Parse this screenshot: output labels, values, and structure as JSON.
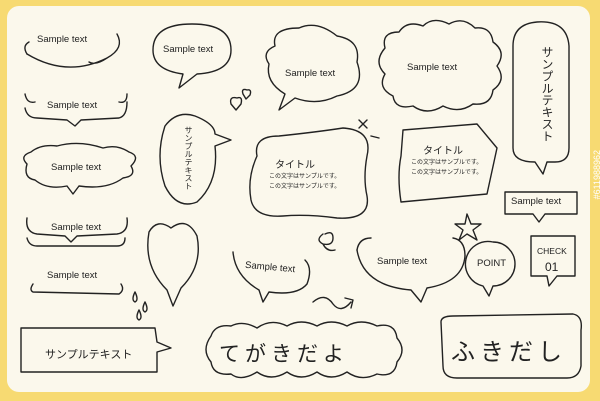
{
  "labels": {
    "sample_text": "Sample text",
    "sample_katakana": "サンプルテキスト",
    "title_jp": "タイトル",
    "body_line": "この文字はサンプルです。",
    "point": "POINT",
    "check": "CHECK",
    "check_number": "01",
    "tegakidayo": "てがきだよ",
    "fukidashi": "ふきだし"
  },
  "watermark": "#611988962",
  "colors": {
    "background": "#f7da72",
    "sheet": "#fbf8ec",
    "ink": "#222222"
  }
}
